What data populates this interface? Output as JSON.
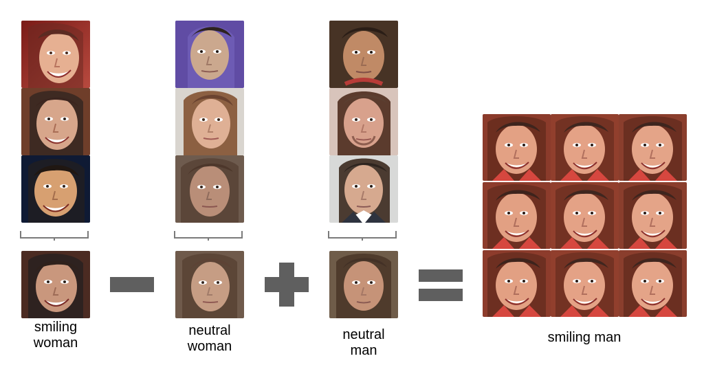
{
  "labels": {
    "smiling_woman": "smiling\nwoman",
    "neutral_woman": "neutral\nwoman",
    "neutral_man": "neutral\nman",
    "smiling_man": "smiling man"
  },
  "colors": {
    "operator": "#5f5f5f",
    "brace": "#7a7a7a",
    "background": "#ffffff"
  },
  "faces": {
    "stack_1": [
      "smiling-woman-face-1",
      "smiling-woman-face-2",
      "smiling-woman-face-3"
    ],
    "stack_2": [
      "neutral-woman-face-1",
      "neutral-woman-face-2",
      "neutral-woman-face-3"
    ],
    "stack_3": [
      "neutral-man-face-1",
      "neutral-man-face-2",
      "neutral-man-face-3"
    ],
    "results": [
      "smiling-man-result-1",
      "smiling-man-result-2",
      "smiling-man-result-3",
      "smiling-man-result-4",
      "smiling-man-result-5",
      "smiling-man-result-6",
      "smiling-man-result-7",
      "smiling-man-result-8",
      "smiling-man-result-9"
    ]
  }
}
